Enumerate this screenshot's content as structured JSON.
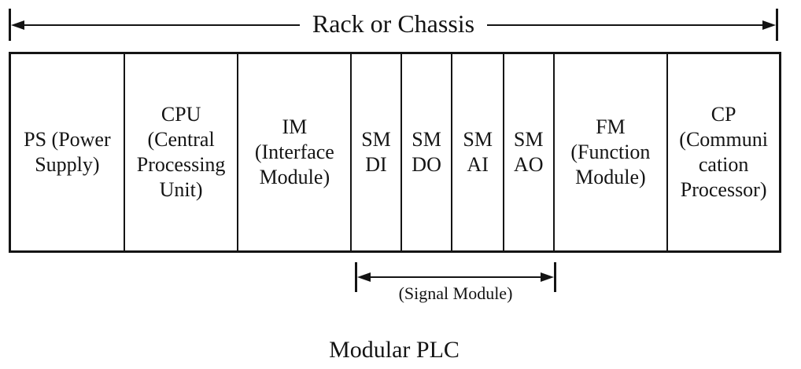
{
  "rack_arrow": {
    "label": "Rack or Chassis"
  },
  "rack": {
    "modules": [
      {
        "name": "power-supply",
        "label": "PS (Power\nSupply)"
      },
      {
        "name": "cpu",
        "label": "CPU\n(Central\nProcessing\nUnit)"
      },
      {
        "name": "interface-module",
        "label": "IM\n(Interface\nModule)"
      },
      {
        "name": "signal-module-di",
        "label": "SM\nDI"
      },
      {
        "name": "signal-module-do",
        "label": "SM\nDO"
      },
      {
        "name": "signal-module-ai",
        "label": "SM\nAI"
      },
      {
        "name": "signal-module-ao",
        "label": "SM\nAO"
      },
      {
        "name": "function-module",
        "label": "FM\n(Function\nModule)"
      },
      {
        "name": "communication-processor",
        "label": "CP\n(Communi\ncation\nProcessor)"
      }
    ]
  },
  "signal_arrow": {
    "label": "(Signal Module)"
  },
  "caption": "Modular PLC",
  "colors": {
    "ink": "#141414",
    "background": "#ffffff"
  }
}
